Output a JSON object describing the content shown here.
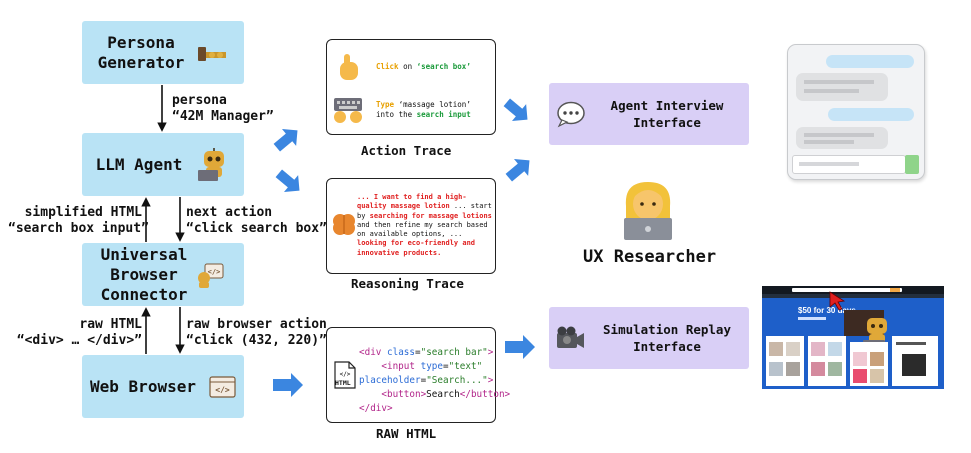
{
  "left_column": {
    "persona_generator": "Persona\nGenerator",
    "llm_agent": "LLM Agent",
    "browser_connector": "Universal\nBrowser\nConnector",
    "web_browser": "Web Browser"
  },
  "edge_labels": {
    "persona": "persona\n“42M Manager”",
    "simplified_html": "simplified HTML\n“search box input”",
    "next_action": "next action\n“click search box”",
    "raw_html": "raw HTML\n“<div> … </div>”",
    "raw_browser_action": "raw browser action\n“click (432, 220)”"
  },
  "action_trace": {
    "caption": "Action Trace",
    "line1_verb": "Click",
    "line1_mid": " on ",
    "line1_target": "‘search box’",
    "line2_verb": "Type",
    "line2_mid": " ‘massage lotion’ into the ",
    "line2_target": "search input"
  },
  "reasoning_trace": {
    "caption": "Reasoning Trace",
    "p1": "... I want to find a high-quality massage lotion",
    "p2": " ... start by ",
    "p3": "searching for massage lotions",
    "p4": " and then refine my search based on available options, ... ",
    "p5": "looking for eco-friendly and innovative products."
  },
  "raw_html_card": {
    "caption": "RAW HTML",
    "icon_text": "HTML"
  },
  "interfaces": {
    "agent_interview": "Agent Interview\nInterface",
    "simulation_replay": "Simulation Replay\nInterface"
  },
  "ux_researcher": "UX Researcher",
  "replay_screenshot": {
    "banner": "$50 for 30 days"
  },
  "colors": {
    "process_box": "#b9e3f5",
    "interface_box": "#d9cff6",
    "arrow_blue": "#3b86e0"
  }
}
